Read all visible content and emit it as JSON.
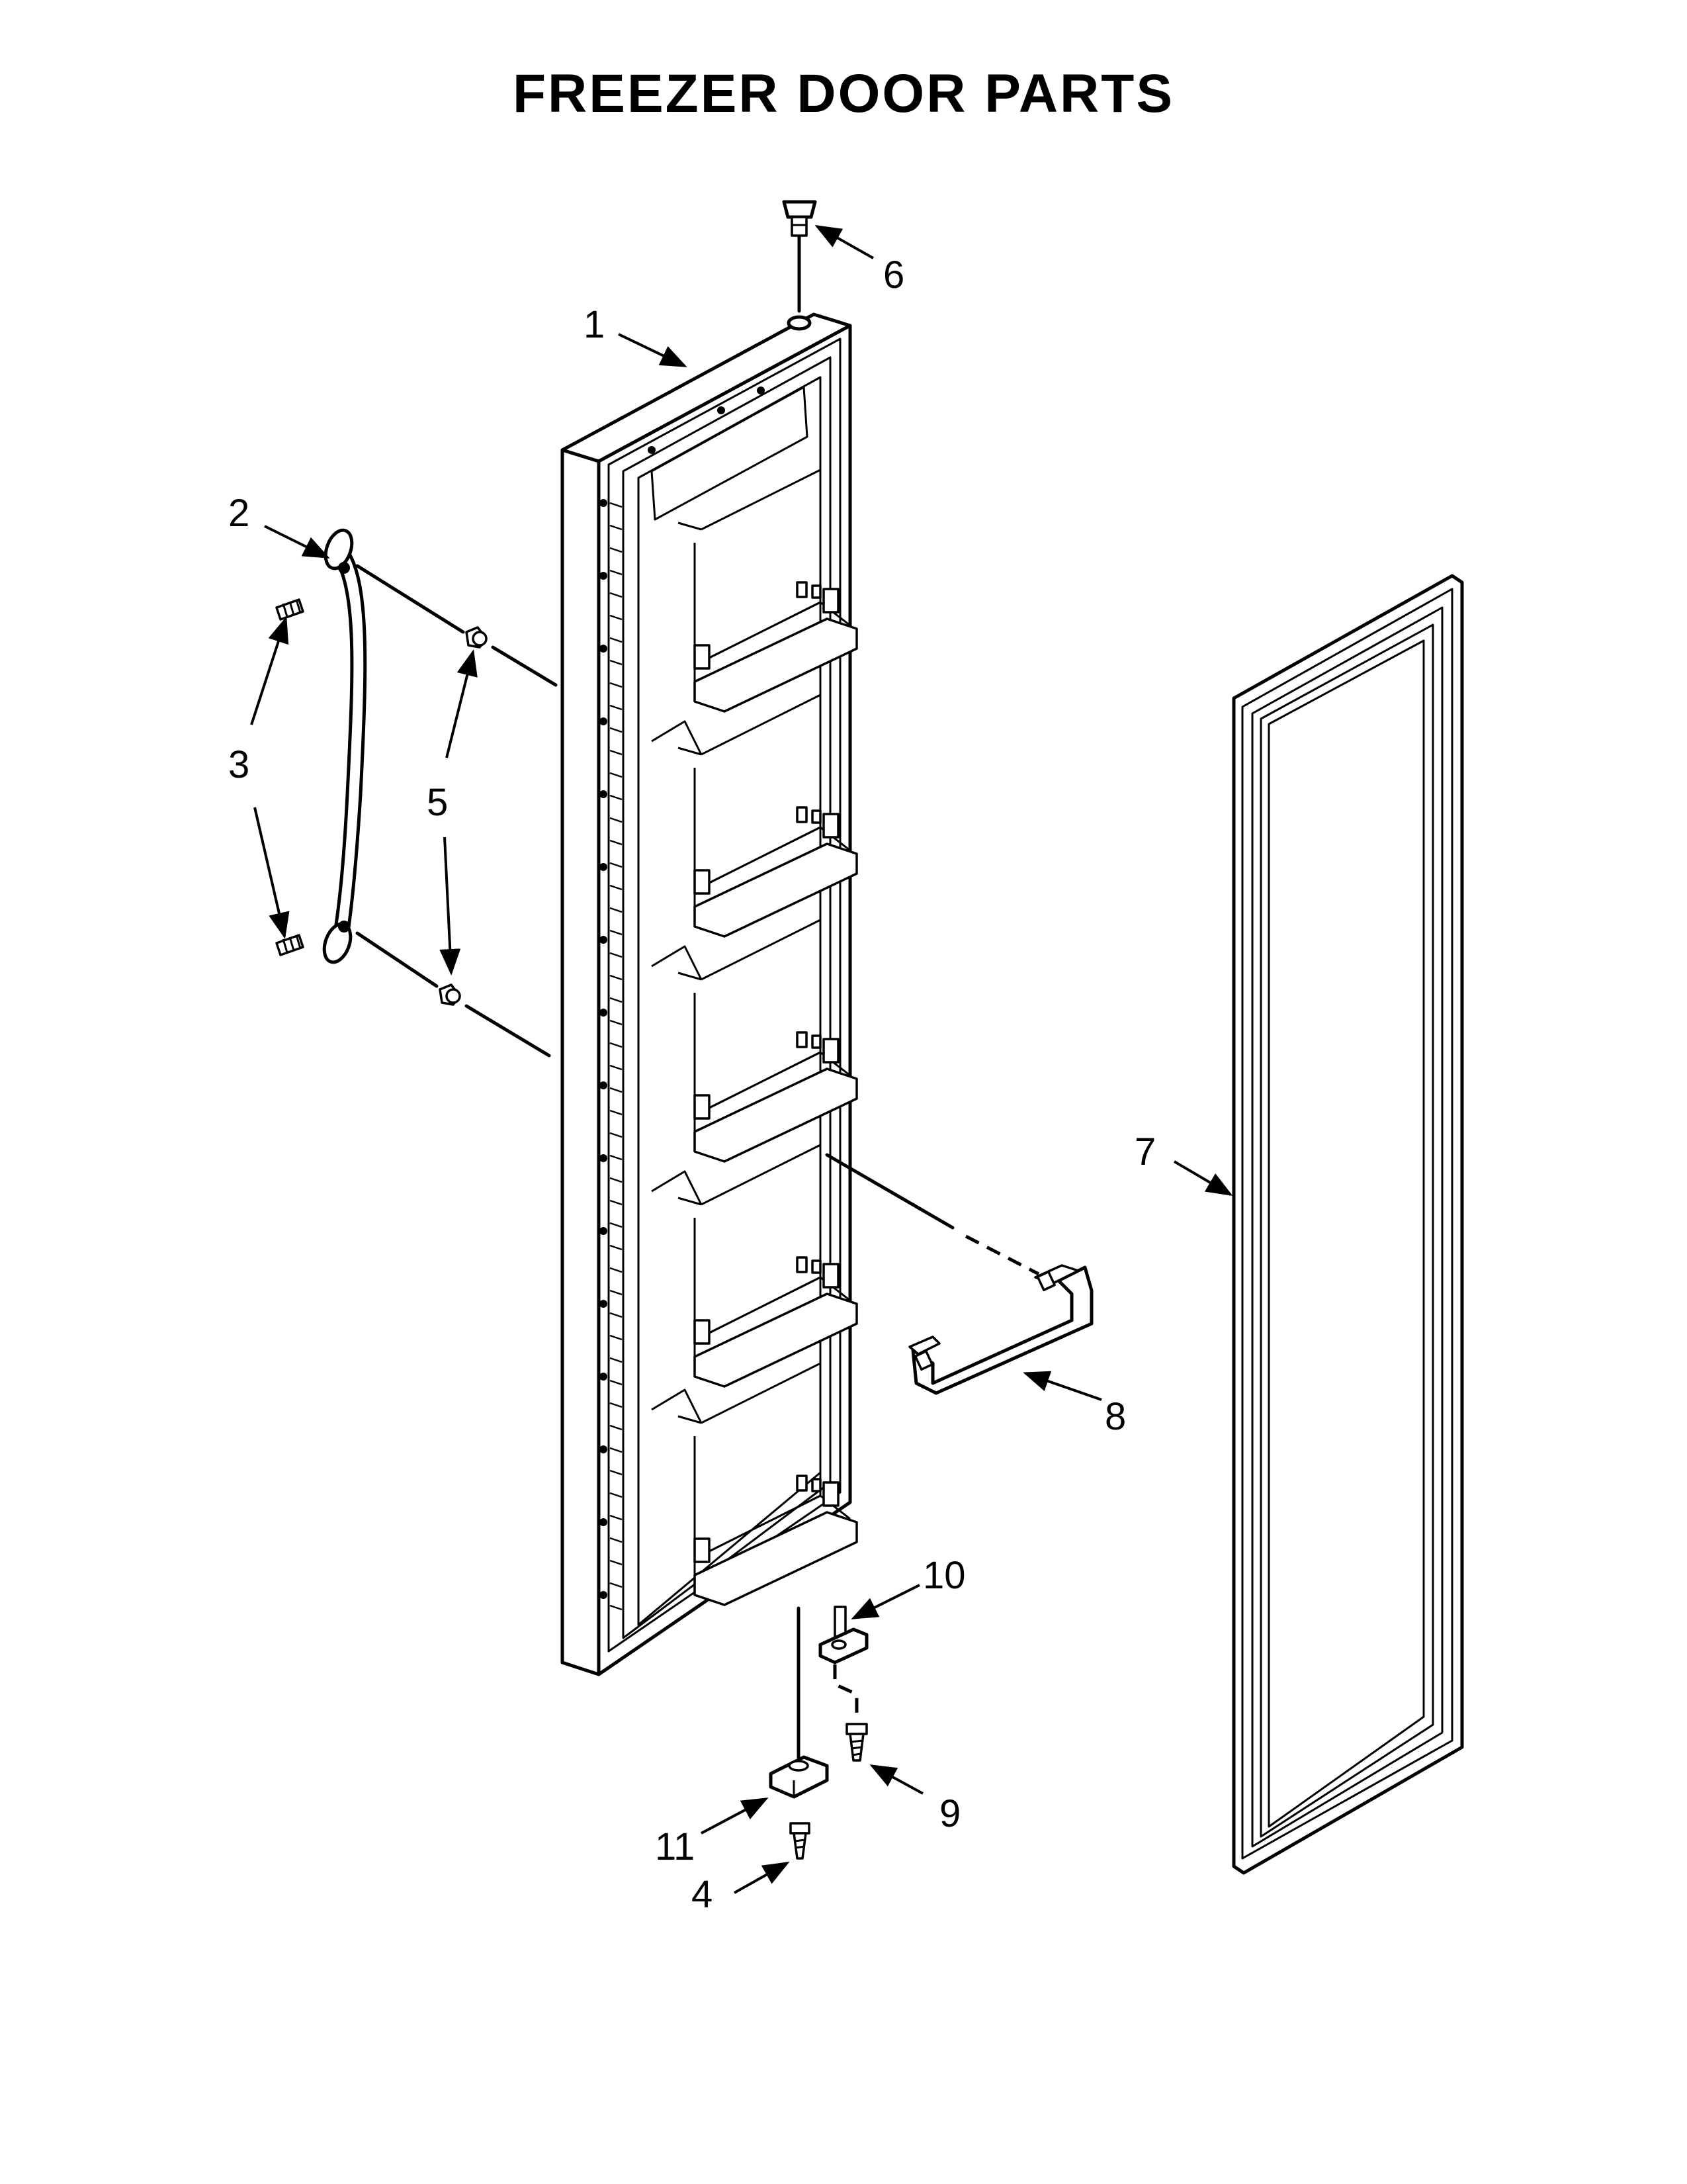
{
  "title": "FREEZER DOOR PARTS",
  "callouts": [
    "1",
    "2",
    "3",
    "4",
    "5",
    "6",
    "7",
    "8",
    "9",
    "10",
    "11"
  ]
}
